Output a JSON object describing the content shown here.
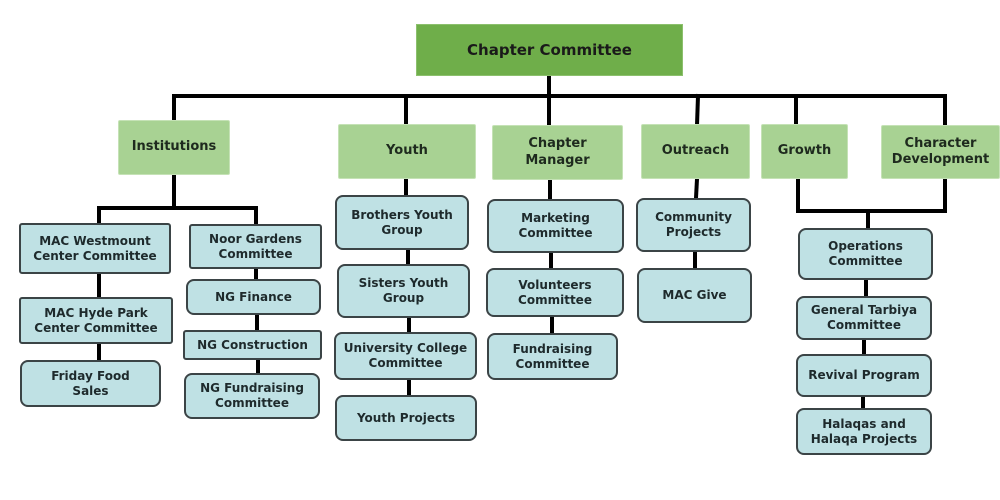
{
  "chart_data": {
    "type": "org-chart",
    "title": "Chapter Committee",
    "root": {
      "label": "Chapter Committee",
      "children": [
        {
          "label": "Institutions",
          "children": [
            {
              "label": "MAC Westmount Center Committee",
              "children": [
                {
                  "label": "MAC Hyde Park Center Committee",
                  "children": [
                    {
                      "label": "Friday Food Sales"
                    }
                  ]
                }
              ]
            },
            {
              "label": "Noor Gardens Committee",
              "children": [
                {
                  "label": "NG Finance",
                  "children": [
                    {
                      "label": "NG Construction",
                      "children": [
                        {
                          "label": "NG Fundraising Committee"
                        }
                      ]
                    }
                  ]
                }
              ]
            }
          ]
        },
        {
          "label": "Youth",
          "children": [
            {
              "label": "Brothers Youth Group",
              "children": [
                {
                  "label": "Sisters Youth Group",
                  "children": [
                    {
                      "label": "University College Committee",
                      "children": [
                        {
                          "label": "Youth Projects"
                        }
                      ]
                    }
                  ]
                }
              ]
            }
          ]
        },
        {
          "label": "Chapter Manager",
          "children": [
            {
              "label": "Marketing Committee",
              "children": [
                {
                  "label": "Volunteers Committee",
                  "children": [
                    {
                      "label": "Fundraising Committee"
                    }
                  ]
                }
              ]
            }
          ]
        },
        {
          "label": "Outreach",
          "children": [
            {
              "label": "Community Projects",
              "children": [
                {
                  "label": "MAC Give"
                }
              ]
            }
          ]
        },
        {
          "label": "Growth",
          "shared_children_with": "Character Development"
        },
        {
          "label": "Character Development",
          "children": [
            {
              "label": "Operations Committee",
              "children": [
                {
                  "label": "General Tarbiya Committee",
                  "children": [
                    {
                      "label": "Revival Program",
                      "children": [
                        {
                          "label": "Halaqas and Halaqa Projects"
                        }
                      ]
                    }
                  ]
                }
              ]
            }
          ]
        }
      ]
    }
  },
  "nodes": {
    "root": "Chapter Committee",
    "institutions": "Institutions",
    "youth": "Youth",
    "chapter_manager": "Chapter Manager",
    "outreach": "Outreach",
    "growth": "Growth",
    "character_development": "Character Development",
    "mac_westmount": "MAC Westmount Center Committee",
    "mac_hyde_park": "MAC Hyde Park Center Committee",
    "friday_food": "Friday Food Sales",
    "noor_gardens": "Noor Gardens Committee",
    "ng_finance": "NG Finance",
    "ng_construction": "NG Construction",
    "ng_fundraising": "NG Fundraising Committee",
    "brothers_youth": "Brothers Youth Group",
    "sisters_youth": "Sisters Youth Group",
    "university_college": "University College Committee",
    "youth_projects": "Youth Projects",
    "marketing": "Marketing Committee",
    "volunteers": "Volunteers Committee",
    "fundraising": "Fundraising Committee",
    "community_projects": "Community Projects",
    "mac_give": "MAC Give",
    "operations": "Operations Committee",
    "general_tarbiya": "General Tarbiya Committee",
    "revival": "Revival Program",
    "halaqas": "Halaqas and Halaqa Projects"
  },
  "colors": {
    "root_fill": "#6fae4a",
    "dept_fill": "#a8d293",
    "unit_fill": "#bfe1e4",
    "unit_border": "#3b4446",
    "connector": "#000000"
  }
}
